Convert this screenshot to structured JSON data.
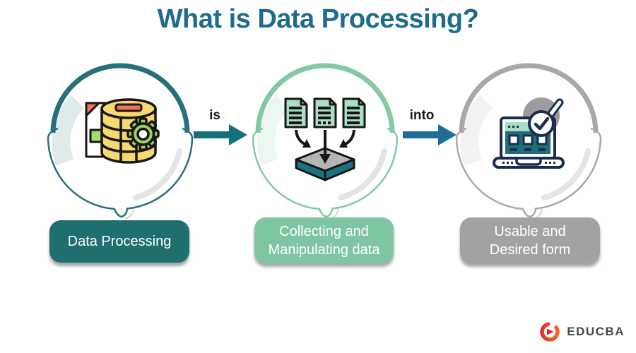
{
  "title": "What is Data Processing?",
  "title_color": "#1E6B8D",
  "steps": [
    {
      "label": "Data Processing",
      "lines": [
        "Data Processing",
        ""
      ],
      "icon": "database-gear-icon",
      "ring_color": "#26707B",
      "label_bg": "#1F6F6E"
    },
    {
      "label": "Collecting and Manipulating data",
      "lines": [
        "Collecting and",
        "Manipulating data"
      ],
      "icon": "documents-merge-icon",
      "ring_color": "#84C8A7",
      "label_bg": "#7EC5A2"
    },
    {
      "label": "Usable and Desired form",
      "lines": [
        "Usable and",
        "Desired form"
      ],
      "icon": "laptop-check-icon",
      "ring_color": "#A8A8A8",
      "label_bg": "#A2A2A2"
    }
  ],
  "connectors": [
    {
      "label": "is",
      "color": "#16707C"
    },
    {
      "label": "into",
      "color": "#1D6E96"
    }
  ],
  "branding": {
    "name": "EDUCBA",
    "text_color": "#474747",
    "mark_gradient": [
      "#E7212E",
      "#FA6E1E"
    ]
  },
  "icon_palette": {
    "yellow": "#F7D96E",
    "red": "#F3705C",
    "green": "#9BD45F",
    "light_green": "#A8D96C",
    "mint": "#ABDCC4",
    "teal": "#1B7280",
    "platform_gray": "#B5B5B5",
    "navy": "#1B2D4F",
    "screen_teal": "#1F6E77",
    "outline": "#161616"
  }
}
